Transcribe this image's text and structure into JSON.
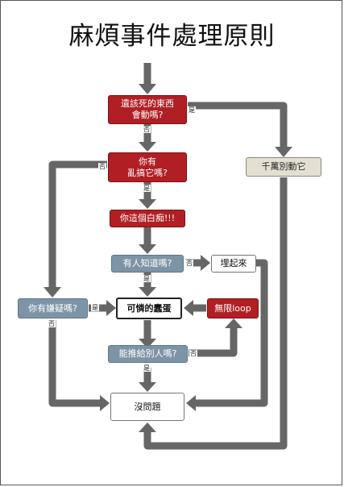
{
  "title": "麻煩事件處理原則",
  "nodes": {
    "q_touched": "遺該死的東西\n會動嗎?",
    "q_messed": "你有\n亂搞它嗎?",
    "idiot": "你這個白痴!!!",
    "dont_touch": "千萬別動它",
    "q_anyone_knows": "有人知道嗎?",
    "bury": "埋起來",
    "q_suspect": "你有嫌疑嗎?",
    "poor_fool": "可憐的蠢蛋",
    "infinite_loop": "無限loop",
    "q_blame": "能推給別人嗎?",
    "no_problem": "沒問題"
  },
  "edge_labels": {
    "touched_yes": "是",
    "touched_no": "否",
    "messed_yes": "是",
    "messed_no": "否",
    "anyone_yes": "是",
    "anyone_no": "否",
    "suspect_yes": "是",
    "suspect_no": "否",
    "blame_yes": "是",
    "blame_no": "否"
  },
  "colors": {
    "decision_red": "#b11f24",
    "decision_blue": "#7d94a6",
    "terminal_beige": "#e3dfd2",
    "arrow": "#666666"
  }
}
